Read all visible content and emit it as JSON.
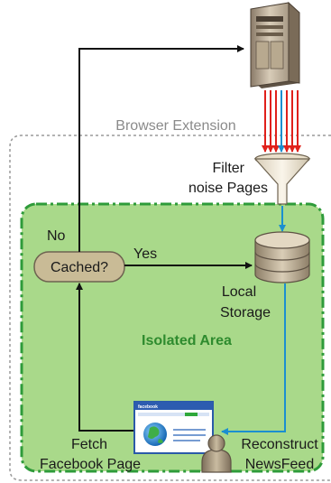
{
  "diagram": {
    "browser_extension_label": "Browser Extension",
    "isolated_area_label": "Isolated Area",
    "filter_label_line1": "Filter",
    "filter_label_line2": "noise Pages",
    "decision_label": "Cached?",
    "no_label": "No",
    "yes_label": "Yes",
    "storage_label_line1": "Local",
    "storage_label_line2": "Storage",
    "fetch_label_line1": "Fetch",
    "fetch_label_line2": "Facebook Page",
    "reconstruct_label_line1": "Reconstruct",
    "reconstruct_label_line2": "NewsFeed",
    "browser_brand": "facebook"
  },
  "colors": {
    "isolated_fill": "#a9d98a",
    "isolated_border": "#2e9b3a",
    "decision_fill": "#c9bb96",
    "flow_blue": "#1b8fd0",
    "flow_red": "#e0201a"
  },
  "icons": {
    "server": "server-tower-icon",
    "funnel": "funnel-icon",
    "storage": "database-icon",
    "browser": "browser-window-icon",
    "user": "user-icon"
  }
}
